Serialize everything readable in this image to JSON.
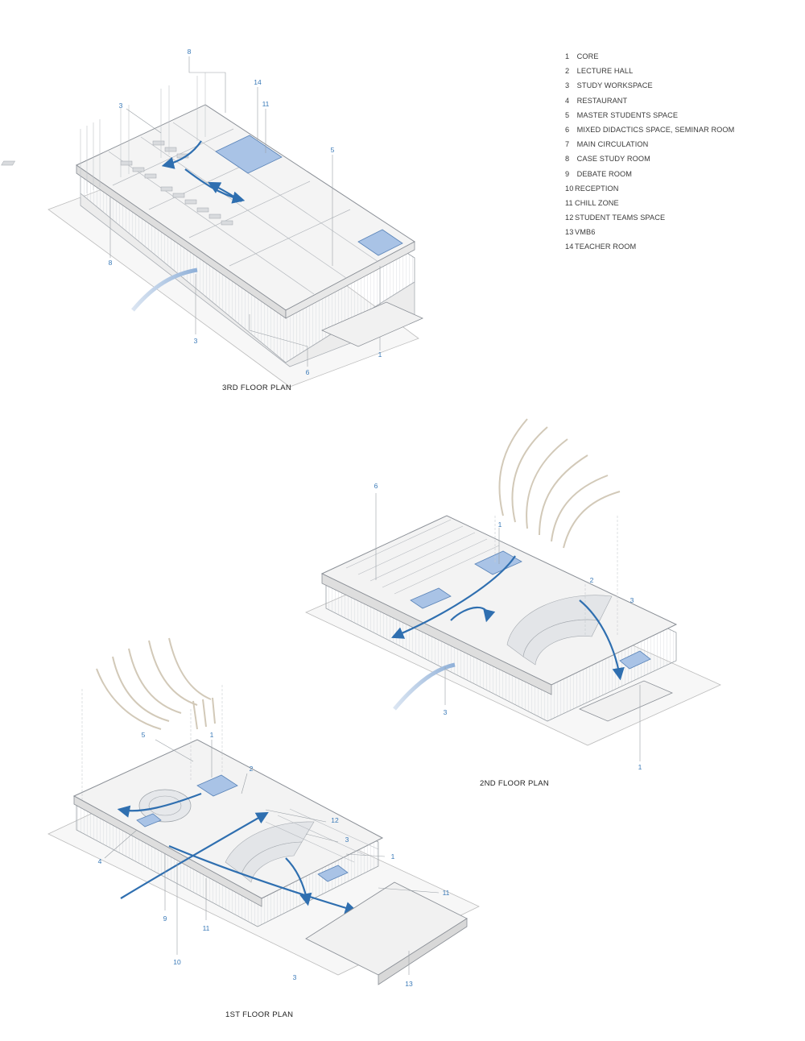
{
  "legend": [
    {
      "num": "1",
      "label": "CORE"
    },
    {
      "num": "2",
      "label": "LECTURE HALL"
    },
    {
      "num": "3",
      "label": "STUDY WORKSPACE"
    },
    {
      "num": "4",
      "label": "RESTAURANT"
    },
    {
      "num": "5",
      "label": "MASTER STUDENTS SPACE"
    },
    {
      "num": "6",
      "label": "MIXED DIDACTICS SPACE, SEMINAR ROOM"
    },
    {
      "num": "7",
      "label": "MAIN CIRCULATION"
    },
    {
      "num": "8",
      "label": "CASE STUDY ROOM"
    },
    {
      "num": "9",
      "label": "DEBATE ROOM"
    },
    {
      "num": "10",
      "label": "RECEPTION"
    },
    {
      "num": "11",
      "label": "CHILL ZONE"
    },
    {
      "num": "12",
      "label": "STUDENT TEAMS SPACE"
    },
    {
      "num": "13",
      "label": "VMB6"
    },
    {
      "num": "14",
      "label": "TEACHER ROOM"
    }
  ],
  "plans": {
    "floor3": {
      "caption": "3RD FLOOR PLAN"
    },
    "floor2": {
      "caption": "2ND FLOOR PLAN"
    },
    "floor1": {
      "caption": "1ST FLOOR PLAN"
    }
  },
  "callouts": {
    "floor3": [
      "8",
      "14",
      "11",
      "3",
      "5",
      "8",
      "3",
      "6",
      "1"
    ],
    "floor2": [
      "6",
      "1",
      "2",
      "3",
      "3",
      "1"
    ],
    "floor1": [
      "5",
      "1",
      "2",
      "12",
      "3",
      "1",
      "4",
      "11",
      "9",
      "11",
      "10",
      "3",
      "13"
    ]
  },
  "colors": {
    "accent": "#2f6fb0",
    "accent_fill": "#a9c3e6",
    "line": "#8a8f96",
    "legend_text": "#3a3a3a"
  }
}
